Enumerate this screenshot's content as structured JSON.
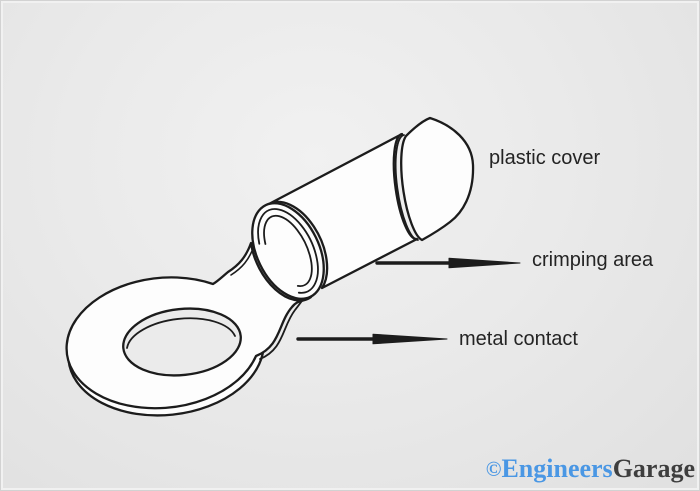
{
  "diagram": {
    "subject": "ring-terminal-crimp-connector",
    "labels": [
      {
        "text": "plastic cover"
      },
      {
        "text": "crimping area"
      },
      {
        "text": "metal contact"
      }
    ]
  },
  "watermark": {
    "symbol": "©",
    "brand_primary": "Engineers",
    "brand_secondary": "Garage",
    "primary_color": "#4a97e4",
    "secondary_color": "#3e3e3e"
  },
  "colors": {
    "background_center": "#f1f1f1",
    "background_edge": "#e0e0e0",
    "line": "#1c1c1c",
    "shape_fill": "#fdfdfd",
    "hole_fill": "#ebebeb",
    "label_text": "#242424"
  }
}
